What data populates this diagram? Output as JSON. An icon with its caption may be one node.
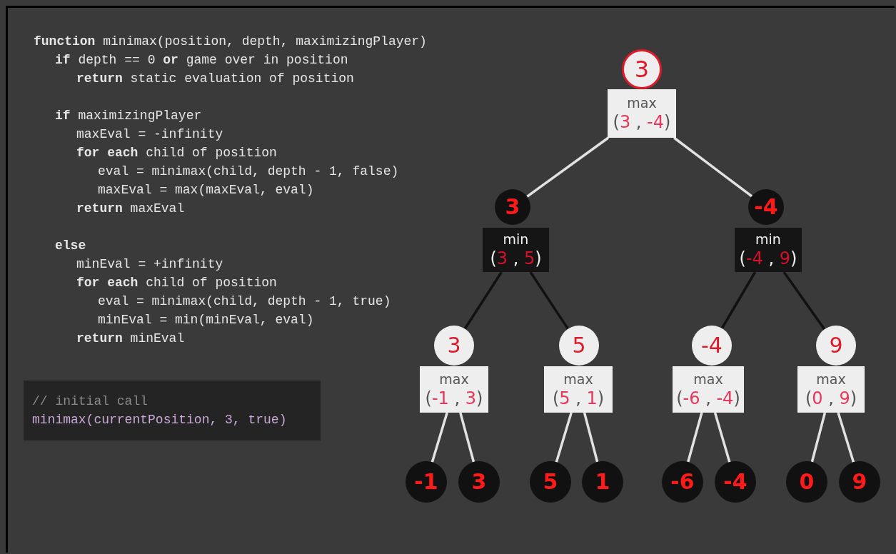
{
  "diagram": {
    "nodes": [
      {
        "text": [
          "3"
        ]
      },
      {
        "text": [
          "max",
          "(3 , -4)"
        ]
      },
      {
        "text": [
          "3"
        ]
      },
      {
        "text": [
          "min",
          "(3 , 5)"
        ]
      },
      {
        "text": [
          "-4"
        ]
      },
      {
        "text": [
          "min",
          "(-4 , 9)"
        ]
      },
      {
        "text": [
          "3"
        ]
      },
      {
        "text": [
          "max",
          "(-1 , 3)"
        ]
      },
      {
        "text": [
          "5"
        ]
      },
      {
        "text": [
          "max",
          "(5 , 1)"
        ]
      },
      {
        "text": [
          "-4"
        ]
      },
      {
        "text": [
          "max",
          "(-6 , -4)"
        ]
      },
      {
        "text": [
          "9"
        ]
      },
      {
        "text": [
          "max",
          "(0 , 9)"
        ]
      },
      {
        "text": [
          "-1"
        ]
      },
      {
        "text": [
          "3"
        ]
      },
      {
        "text": [
          "5"
        ]
      },
      {
        "text": [
          "1"
        ]
      },
      {
        "text": [
          "-6"
        ]
      },
      {
        "text": [
          "-4"
        ]
      },
      {
        "text": [
          "0"
        ]
      },
      {
        "text": [
          "9"
        ]
      },
      {
        "text": [
          "// initial call",
          "minimax(currentPosition, 3, true)"
        ]
      }
    ],
    "edges": [
      {
        "from": 1,
        "to": 2,
        "arrow": "none"
      },
      {
        "from": 1,
        "to": 4,
        "arrow": "none"
      },
      {
        "from": 3,
        "to": 6,
        "arrow": "none",
        "color": "#111111"
      },
      {
        "from": 3,
        "to": 8,
        "arrow": "none",
        "color": "#111111"
      },
      {
        "from": 5,
        "to": 10,
        "arrow": "none",
        "color": "#111111"
      },
      {
        "from": 5,
        "to": 12,
        "arrow": "none",
        "color": "#111111"
      },
      {
        "from": 7,
        "to": 14,
        "arrow": "none"
      },
      {
        "from": 7,
        "to": 15,
        "arrow": "none"
      },
      {
        "from": 9,
        "to": 16,
        "arrow": "none"
      },
      {
        "from": 9,
        "to": 17,
        "arrow": "none"
      },
      {
        "from": 11,
        "to": 18,
        "arrow": "none"
      },
      {
        "from": 11,
        "to": 19,
        "arrow": "none"
      },
      {
        "from": 13,
        "to": 20,
        "arrow": "none"
      },
      {
        "from": 13,
        "to": 21,
        "arrow": "none"
      }
    ],
    "labels": [
      "**function** minimax(position, depth, maximizingPlayer)",
      "**if** depth == 0 **or** game over in position",
      "**return** static evaluation of position",
      "**if** maximizingPlayer",
      "maxEval = -infinity",
      "**for each** child of position",
      "eval = minimax(child, depth - 1, false)",
      "maxEval = max(maxEval, eval)",
      "**return** maxEval",
      "**else**",
      "minEval = +infinity",
      "**for each** child of position",
      "eval = minimax(child, depth - 1, true)",
      "minEval = min(minEval, eval)",
      "**return** minEval"
    ]
  }
}
